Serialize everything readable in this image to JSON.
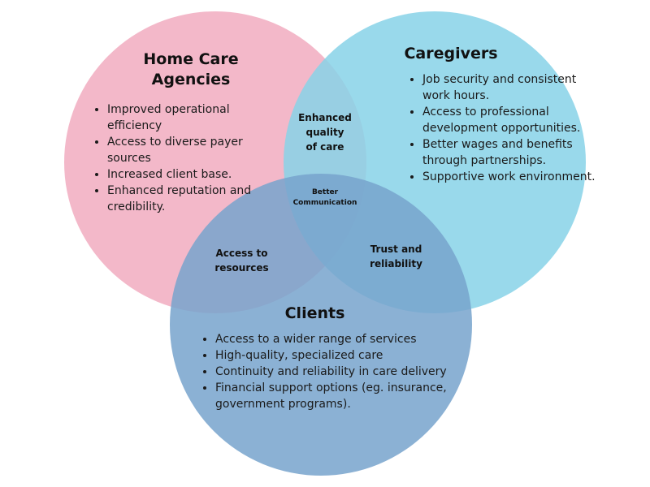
{
  "colors": {
    "agencies": "#f1abbf",
    "caregivers": "#87d2e7",
    "clients": "#77a3cc"
  },
  "sets": {
    "agencies": {
      "title_line1": "Home Care",
      "title_line2": "Agencies",
      "items": [
        "Improved operational efficiency",
        "Access to diverse payer sources",
        "Increased client base.",
        "Enhanced reputation and credibility."
      ]
    },
    "caregivers": {
      "title": "Caregivers",
      "items": [
        "Job security and consistent work hours.",
        "Access to professional development opportunities.",
        "Better wages and benefits through partnerships.",
        "Supportive work environment."
      ]
    },
    "clients": {
      "title": "Clients",
      "items": [
        "Access to a wider range of services",
        "High-quality, specialized care",
        "Continuity and reliability in care delivery",
        "Financial support options (eg. insurance, government programs)."
      ]
    }
  },
  "overlaps": {
    "agencies_caregivers": [
      "Enhanced",
      "quality",
      "of care"
    ],
    "all_three": [
      "Better",
      "Communication"
    ],
    "agencies_clients": [
      "Access to",
      "resources"
    ],
    "caregivers_clients": [
      "Trust and",
      "reliability"
    ]
  }
}
